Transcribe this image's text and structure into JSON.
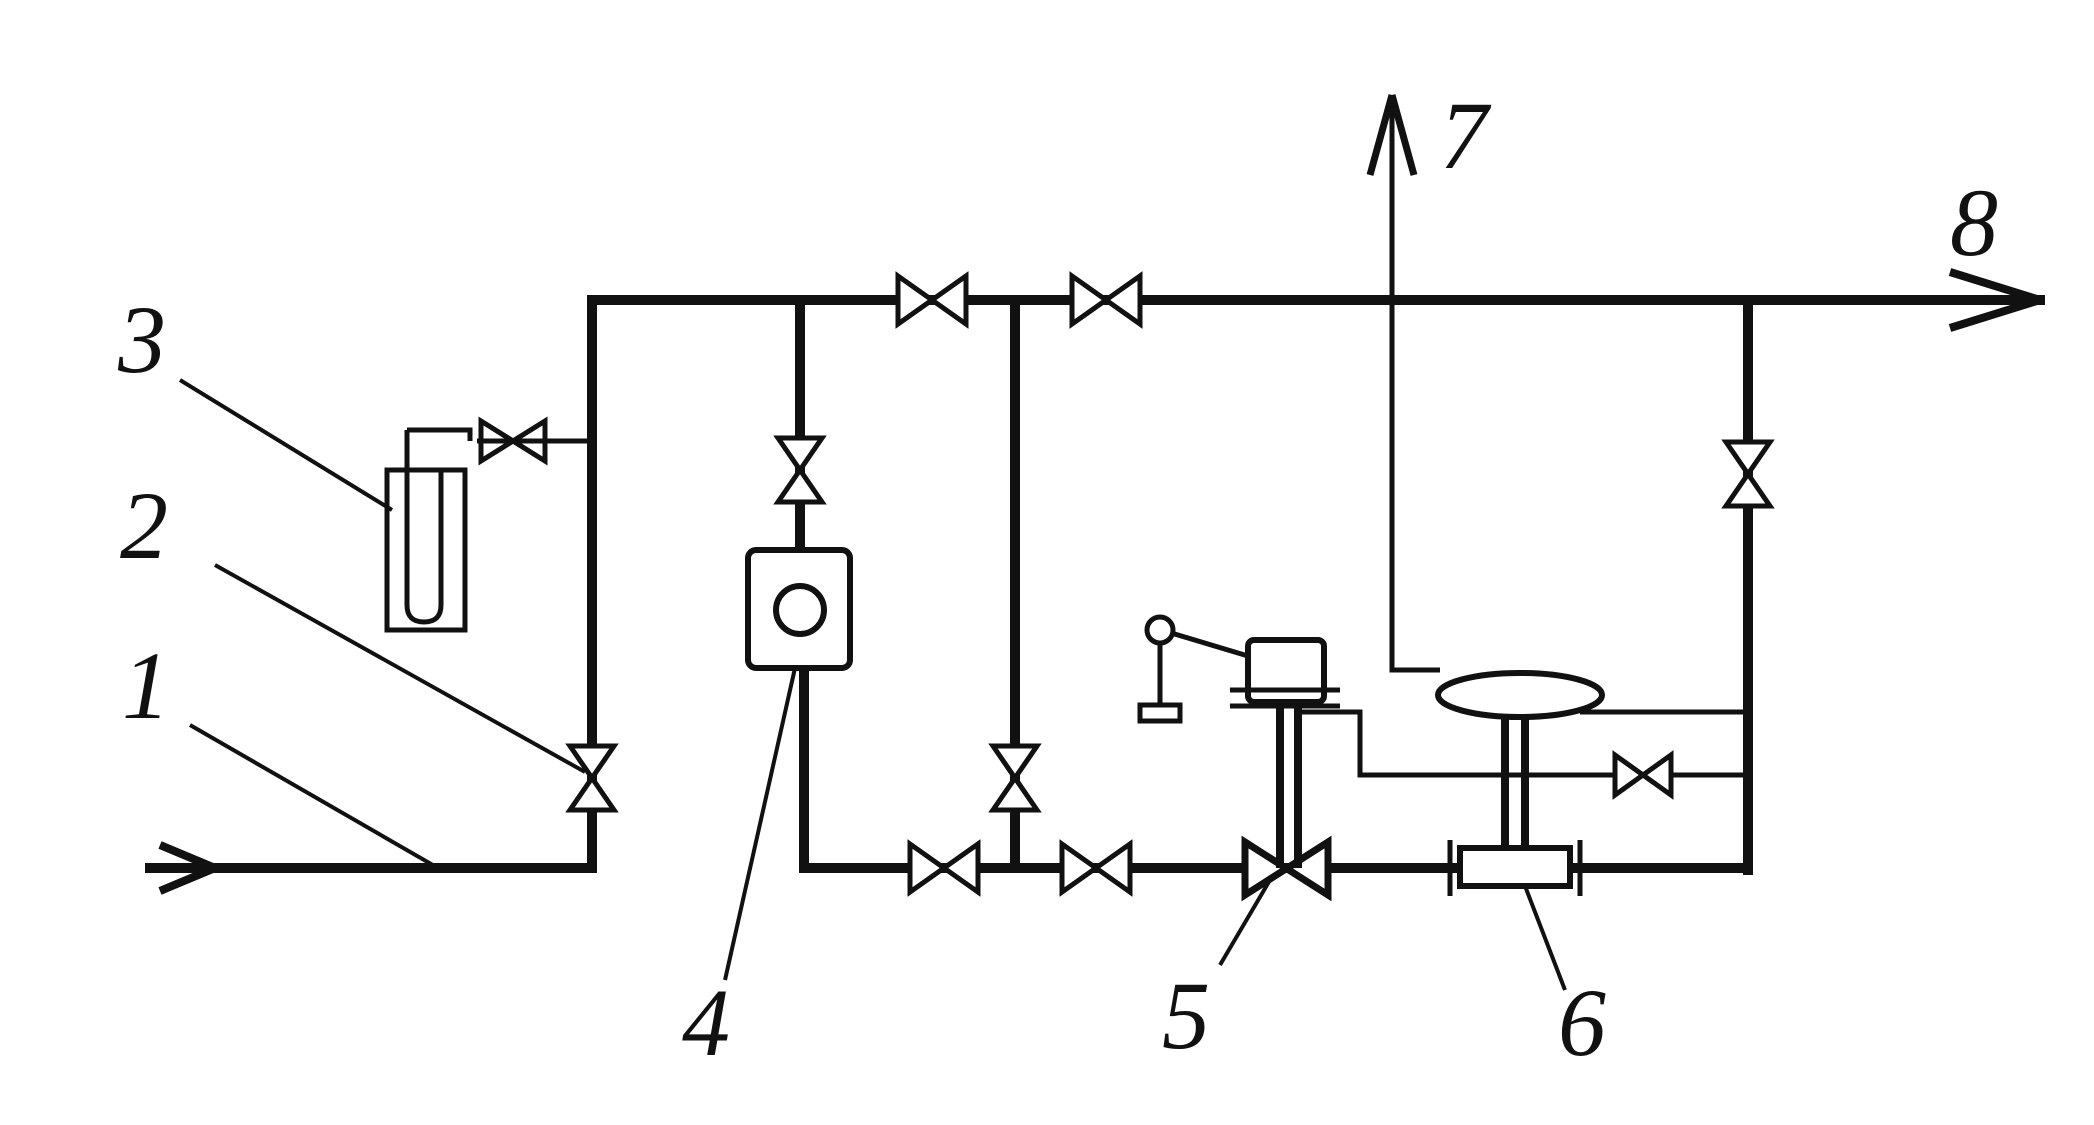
{
  "diagram": {
    "labels": {
      "n1": "1",
      "n2": "2",
      "n3": "3",
      "n4": "4",
      "n5": "5",
      "n6": "6",
      "n7": "7",
      "n8": "8"
    },
    "colors": {
      "line": "#111111",
      "background": "#ffffff"
    }
  }
}
